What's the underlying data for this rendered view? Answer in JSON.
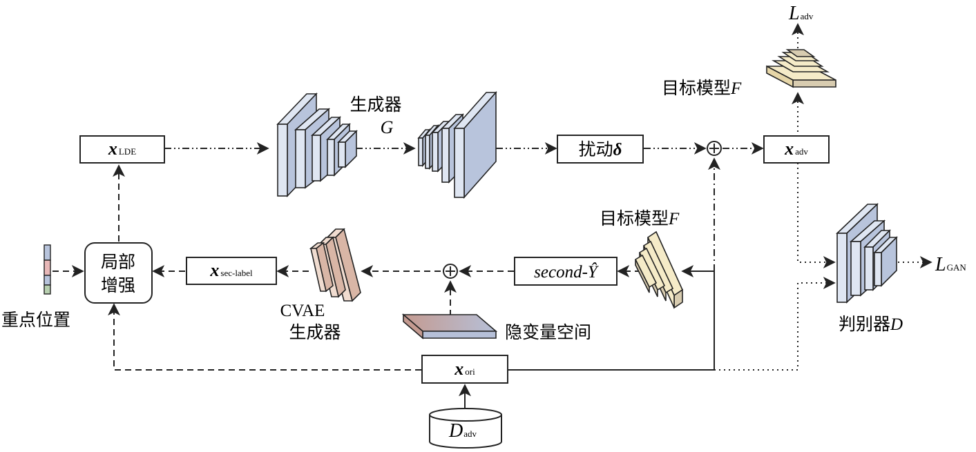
{
  "labels": {
    "x_lde_var": "x",
    "x_lde_sub": "LDE",
    "generator_line1": "生成器",
    "generator_line2": "G",
    "perturb_text": "扰动",
    "perturb_symbol": "δ",
    "plus": "+",
    "x_adv_var": "x",
    "x_adv_sub": "adv",
    "target_model_top_text": "目标模型",
    "target_model_top_symbol": "F",
    "l_adv_var": "L",
    "l_adv_sub": "adv",
    "target_model_mid_text": "目标模型",
    "target_model_mid_symbol": "F",
    "second_y": "second-Ŷ",
    "x_sec_var": "x",
    "x_sec_sub": "sec-label",
    "local_line1": "局部",
    "local_line2": "增强",
    "key_pos": "重点位置",
    "cvae_line1": "CVAE",
    "cvae_line2": "生成器",
    "latent": "隐变量空间",
    "x_ori_var": "x",
    "x_ori_sub": "ori",
    "d_adv_var": "D",
    "d_adv_sub": "adv",
    "disc_text": "判别器",
    "disc_symbol": "D",
    "l_gan_var": "L",
    "l_gan_sub": "GAN"
  },
  "colors": {
    "block_blue": "#b8c4dc",
    "block_blue_light": "#dfe6f2",
    "block_tan": "#d8ccb0",
    "block_cream": "#f5ebc8",
    "block_pink": "#d9b6a6",
    "latent_left": "#c49a90",
    "latent_right": "#b6c0d8",
    "stroke": "#222222"
  }
}
